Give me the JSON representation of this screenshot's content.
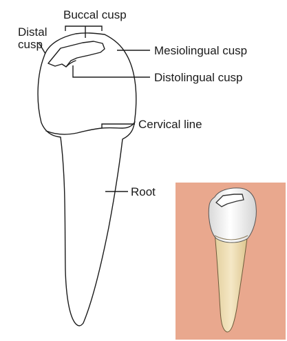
{
  "labels": {
    "buccal_cusp": "Buccal cusp",
    "distal_cusp_line1": "Distal",
    "distal_cusp_line2": "cusp",
    "mesiolingual_cusp": "Mesiolingual cusp",
    "distolingual_cusp": "Distolingual cusp",
    "cervical_line": "Cervical line",
    "root": "Root"
  },
  "colors": {
    "outline": "#1a1a1a",
    "inset_background": "#e9a88e",
    "crown_enamel": "#f4f4f4",
    "root_dentin": "#f1e2bd"
  }
}
